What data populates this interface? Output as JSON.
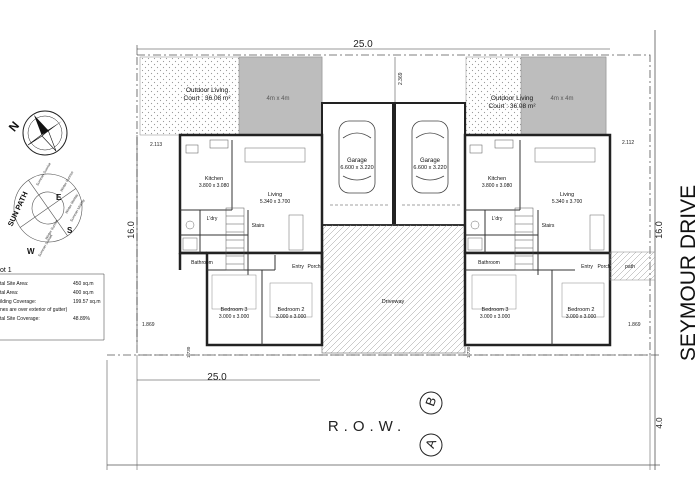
{
  "dimensions": {
    "top_width": "25.0",
    "bottom_width": "25.0",
    "left_depth": "16.0",
    "right_depth": "16.0",
    "row_depth": "4.0",
    "setback_top": "2.369",
    "offset_left": "2.113",
    "offset_right": "2.112",
    "setback_left_bottom": "1.869",
    "setback_right_bottom": "1.869",
    "small_left": "1.730",
    "small_right": "1.730"
  },
  "street": {
    "name": "SEYMOUR DRIVE",
    "row": "R.O.W."
  },
  "lot_markers": [
    "A",
    "B"
  ],
  "compass": {
    "north": "N"
  },
  "sun_path": {
    "title": "SUN PATH",
    "dirs": [
      "E",
      "S",
      "W"
    ],
    "labels": [
      "Summer Sunrise",
      "Winter Sunrise",
      "Winter Midday",
      "Summer Midday",
      "Winter Sunset",
      "Summer Sunset"
    ]
  },
  "lot_info": {
    "title": "ot 1",
    "rows": [
      {
        "label": "tal Site Area:",
        "value": "450 sq.m"
      },
      {
        "label": "tal Area:",
        "value": "400 sq.m"
      },
      {
        "label": "ilding Coverage:",
        "value": "199.57 sq.m"
      },
      {
        "label": "nes are over exterior of gutter)",
        "value": ""
      },
      {
        "label": "tal Site Coverage:",
        "value": "48.89%"
      }
    ]
  },
  "units": {
    "left": {
      "outdoor": "Outdoor Living",
      "court": "Court : 36.08 m²",
      "zone": "4m x 4m",
      "kitchen": "Kitchen",
      "kitchen_size": "3.800 x 3.080",
      "living": "Living",
      "living_size": "5.340 x 3.700",
      "garage": "Garage",
      "garage_size": "6.600 x 3.220",
      "ldry": "L'dry",
      "stairs": "Stairs",
      "bathroom": "Bathroom",
      "entry": "Entry",
      "porch": "Porch",
      "bed3": "Bedroom 3",
      "bed3_size": "3.000 x 3.000",
      "bed2": "Bedroom 2",
      "bed2_size": "3.000 x 3.000"
    },
    "right": {
      "outdoor": "Outdoor Living",
      "court": "Court : 36.08 m²",
      "zone": "4m x 4m",
      "kitchen": "Kitchen",
      "kitchen_size": "3.800 x 3.080",
      "living": "Living",
      "living_size": "5.340 x 3.700",
      "garage": "Garage",
      "garage_size": "6.600 x 3.220",
      "ldry": "L'dry",
      "stairs": "Stairs",
      "bathroom": "Bathroom",
      "entry": "Entry",
      "porch": "Porch",
      "path": "path",
      "bed3": "Bedroom 3",
      "bed3_size": "3.000 x 3.000",
      "bed2": "Bedroom 2",
      "bed2_size": "3.000 x 3.000"
    }
  },
  "driveway": "Driveway"
}
